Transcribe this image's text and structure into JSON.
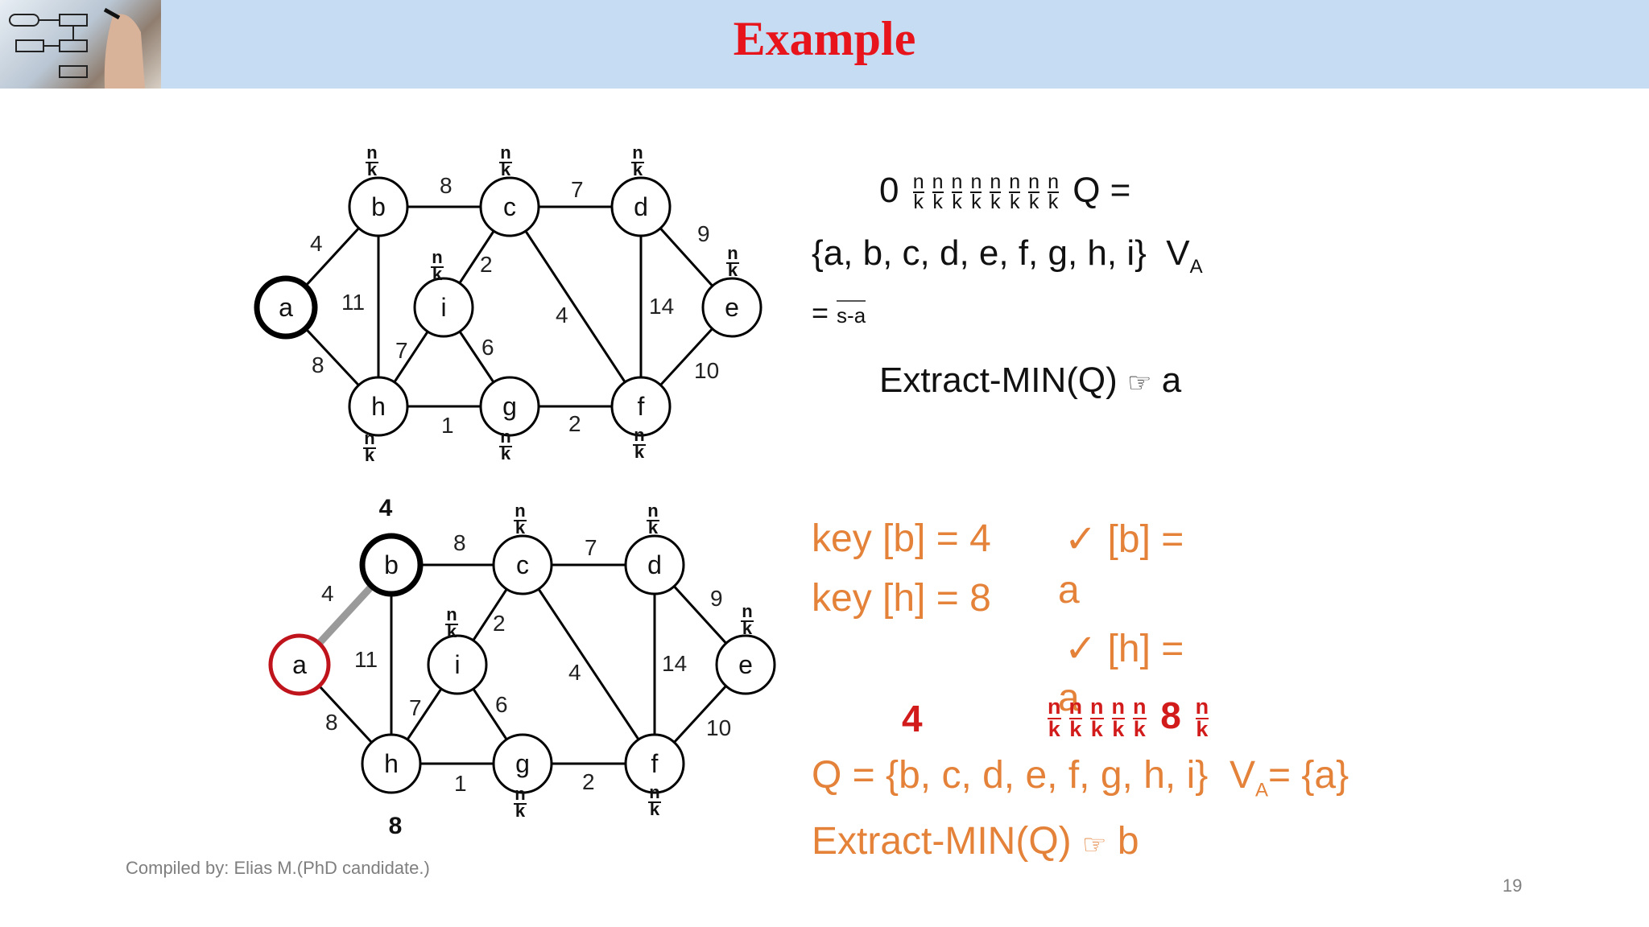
{
  "title": "Example",
  "graph_labels": {
    "nodes": [
      "a",
      "b",
      "c",
      "d",
      "e",
      "f",
      "g",
      "h",
      "i"
    ],
    "edges": {
      "ab": "4",
      "ah": "8",
      "bh": "11",
      "bc": "8",
      "cd": "7",
      "ci": "2",
      "cf": "4",
      "de": "9",
      "df": "14",
      "ef": "10",
      "gf": "2",
      "hg": "1",
      "ih": "7",
      "ig": "6"
    },
    "nk_num": "n",
    "nk_den": "k",
    "key_b": "4",
    "key_h": "8"
  },
  "top_text": {
    "line1_zero": "0",
    "line1_q": "Q =",
    "line2_set": "{a, b, c, d, e, f, g, h, i}",
    "line2_va": "V",
    "line2_va_sub": "A",
    "line3_eq": "=",
    "line3_val": "s-a",
    "line4_extract": "Extract-MIN(Q)",
    "line4_sym": "☞",
    "line4_result": "a"
  },
  "bottom_text": {
    "key_b": "key [b] = 4",
    "key_h": "key [h] = 8",
    "pi_b": "✓ [b] =",
    "pi_b_val": "a",
    "pi_h": "✓ [h] =",
    "pi_h_val": "a",
    "key_four": "4",
    "key_eight": "8",
    "q_set": "Q = {b, c, d, e, f, g, h, i}",
    "va": "V",
    "va_sub": "A",
    "va_set": "= {a}",
    "extract": "Extract-MIN(Q)",
    "extract_sym": "☞",
    "extract_result": "b"
  },
  "footer": "Compiled by: Elias  M.(PhD candidate.)",
  "page_number": "19",
  "colors": {
    "header_bg": "#c6dcf2",
    "title": "#e8141c",
    "orange": "#e4823a",
    "red": "#d21b1b",
    "selected_edge": "#888888"
  }
}
